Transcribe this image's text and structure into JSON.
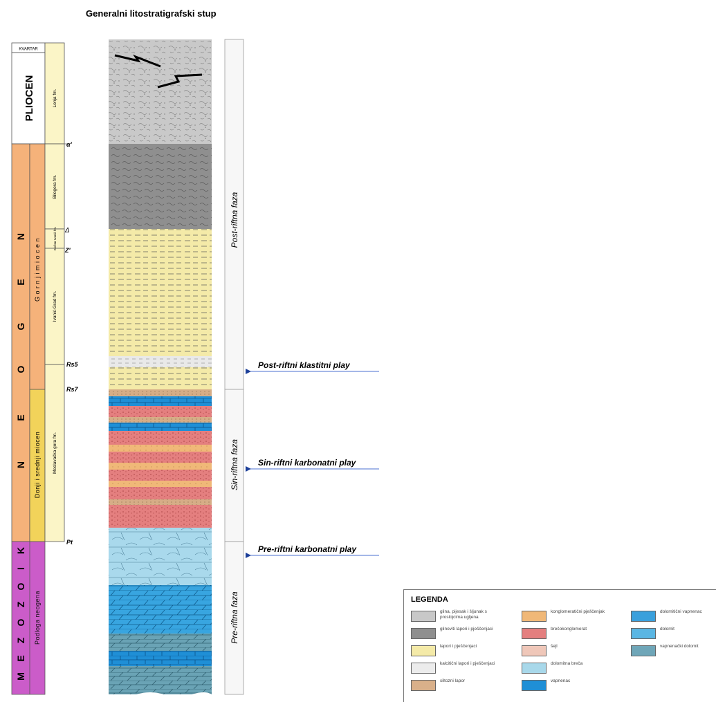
{
  "title": "Generalni litostratigrafski stup",
  "eras": {
    "kvartar": "KVARTAR",
    "pliocen": "PLIOCEN",
    "neogen_letters": [
      "N",
      "E",
      "O",
      "G",
      "E",
      "N"
    ],
    "mezozoik_letters": [
      "M",
      "E",
      "Z",
      "O",
      "Z",
      "O",
      "I",
      "K"
    ]
  },
  "epochs": {
    "gornji_miocen": "G o r n j i   m i o c e n",
    "donji_srednji_miocen": "Donji i srednji miocen",
    "podloga_neogena": "Podloga neogena"
  },
  "formations": {
    "lonja": "Lonja fm.",
    "bilogora": "Bilogora fm.",
    "kloštar": "Kloštar Ivanić fm.",
    "ivanic_grad": "Ivanić-Grad fm.",
    "moslavacka_gora": "Moslavačka gora fm."
  },
  "markers": {
    "alpha": "α'",
    "delta": "Δ",
    "z_prime": "Z'",
    "rs5": "Rs5",
    "rs7": "Rs7",
    "pt": "Pt"
  },
  "phases": {
    "post": "Post-riftna faza",
    "sin": "Sin-riftna faza",
    "pre": "Pre-riftna faza"
  },
  "plays": {
    "post": "Post-riftni klastitni play",
    "sin": "Sin-riftni karbonatni play",
    "pre": "Pre-riftni karbonatni play"
  },
  "legend": {
    "title": "LEGENDA",
    "items": [
      {
        "label": "glina, pijesak i šljunak s proslojcima ugljena",
        "color": "#c8c8c8"
      },
      {
        "label": "glinoviti lapori i pješčenjaci",
        "color": "#8f8f8f"
      },
      {
        "label": "lapori i pješčenjaci",
        "color": "#f4eaa8"
      },
      {
        "label": "kalcitični lapori i pješčenjaci",
        "color": "#ececec"
      },
      {
        "label": "siltozni lapor",
        "color": "#d9b08a"
      },
      {
        "label": "konglomeratični pješčenjak",
        "color": "#f0b878"
      },
      {
        "label": "brečokonglomerat",
        "color": "#e47f7f"
      },
      {
        "label": "šejl",
        "color": "#efc7b9"
      },
      {
        "label": "dolomitna breča",
        "color": "#a8d8ea"
      },
      {
        "label": "vapnenac",
        "color": "#1f8fd6"
      },
      {
        "label": "dolomitični vapnenac",
        "color": "#3aa0dc"
      },
      {
        "label": "dolomit",
        "color": "#5ab6e3"
      },
      {
        "label": "vapnenački dolomit",
        "color": "#6fa6b8"
      }
    ]
  }
}
